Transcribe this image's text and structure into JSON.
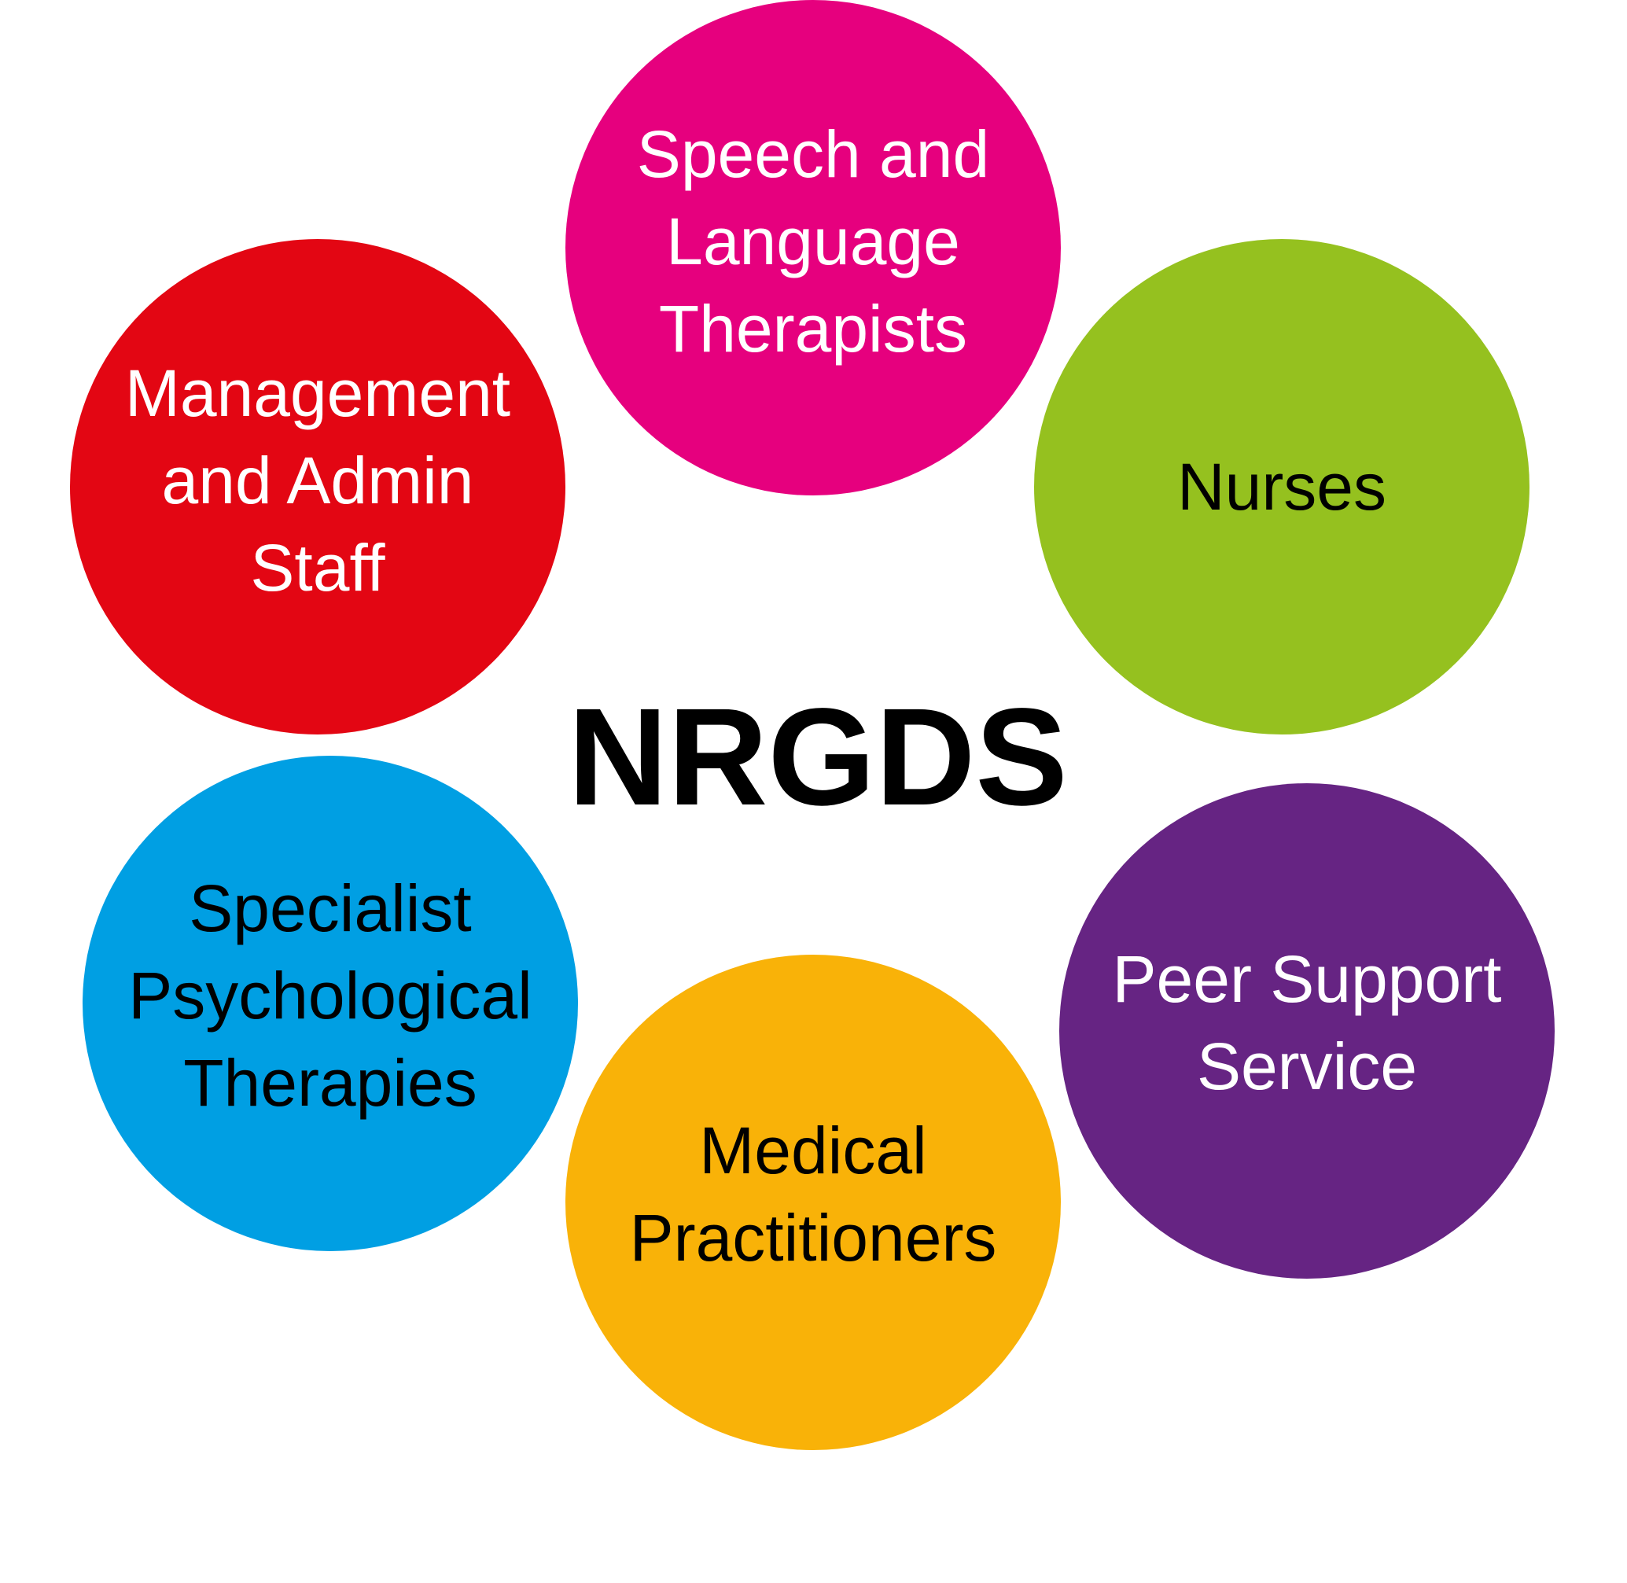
{
  "title": "NRGDS",
  "circles": [
    {
      "id": "speech",
      "label": "Speech and\nLanguage\nTherapists",
      "color": "#E6007E",
      "text_color": "#FFFFFF"
    },
    {
      "id": "nurses",
      "label": "Nurses",
      "color": "#95C11F",
      "text_color": "#000000"
    },
    {
      "id": "mgmt",
      "label": "Management\nand Admin\nStaff",
      "color": "#E30613",
      "text_color": "#FFFFFF"
    },
    {
      "id": "psych",
      "label": "Specialist\nPsychological\nTherapies",
      "color": "#009FE3",
      "text_color": "#000000"
    },
    {
      "id": "peer",
      "label": "Peer Support\nService",
      "color": "#662483",
      "text_color": "#FFFFFF"
    },
    {
      "id": "medical",
      "label": "Medical\nPractitioners",
      "color": "#F9B208",
      "text_color": "#000000"
    }
  ]
}
